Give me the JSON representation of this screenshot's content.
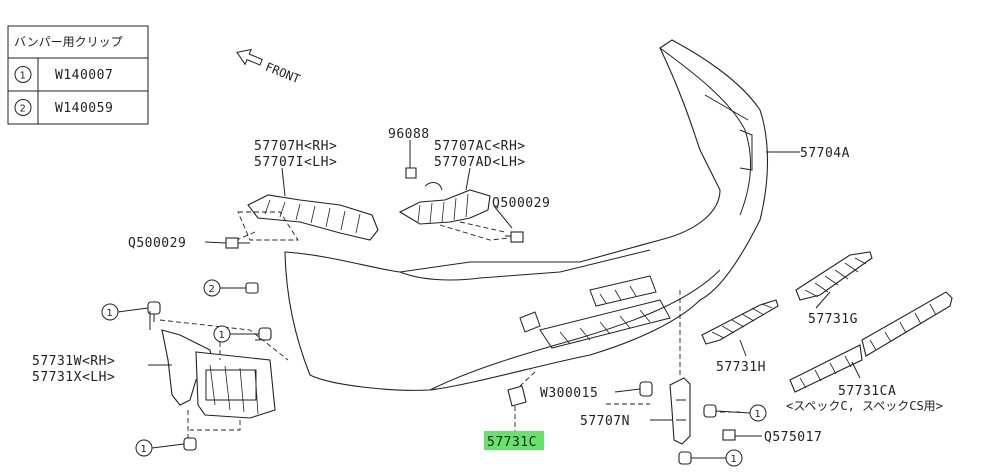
{
  "clip_table": {
    "title": "バンパー用クリップ",
    "rows": [
      {
        "symbol": "①",
        "part": "W140007"
      },
      {
        "symbol": "②",
        "part": "W140059"
      }
    ]
  },
  "front_label": "FRONT",
  "callouts": {
    "c_57707h": "57707H<RH>",
    "c_57707i": "57707I<LH>",
    "c_96088": "96088",
    "c_57707ac": "57707AC<RH>",
    "c_57707ad": "57707AD<LH>",
    "c_57704a": "57704A",
    "c_q500029_right": "Q500029",
    "c_q500029_left": "Q500029",
    "c_57731w": "57731W<RH>",
    "c_57731x": "57731X<LH>",
    "c_57731g": "57731G",
    "c_57731h": "57731H",
    "c_57731ca": "57731CA",
    "c_spec_note": "<スペックC, スペックCS用>",
    "c_w300015": "W300015",
    "c_57707n": "57707N",
    "c_q575017": "Q575017",
    "c_57731c": "57731C"
  },
  "clip_markers": {
    "one": "1",
    "two": "2"
  },
  "highlight_color": "#66e36a"
}
